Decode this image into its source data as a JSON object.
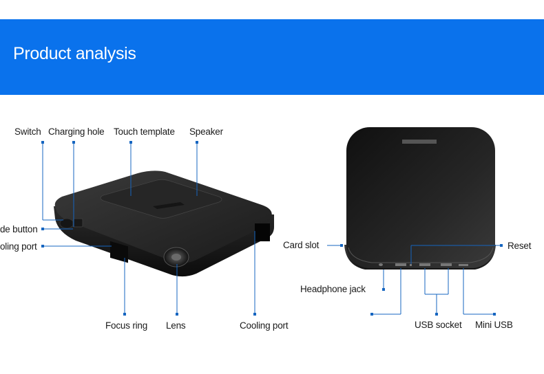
{
  "banner": {
    "title": "Product analysis",
    "background": "#0a72ec"
  },
  "accent_color": "#1565c0",
  "device_top_view": {
    "labels": {
      "switch": "Switch",
      "charging_hole": "Charging hole",
      "touch_template": "Touch template",
      "speaker": "Speaker",
      "mode_button": "de button",
      "cooling_port_left": "oling port",
      "focus_ring": "Focus ring",
      "lens": "Lens",
      "cooling_port_front": "Cooling port"
    }
  },
  "device_back_view": {
    "labels": {
      "card_slot": "Card slot",
      "reset": "Reset",
      "headphone_jack": "Headphone jack",
      "usb_socket": "USB socket",
      "mini_usb": "Mini USB"
    }
  }
}
